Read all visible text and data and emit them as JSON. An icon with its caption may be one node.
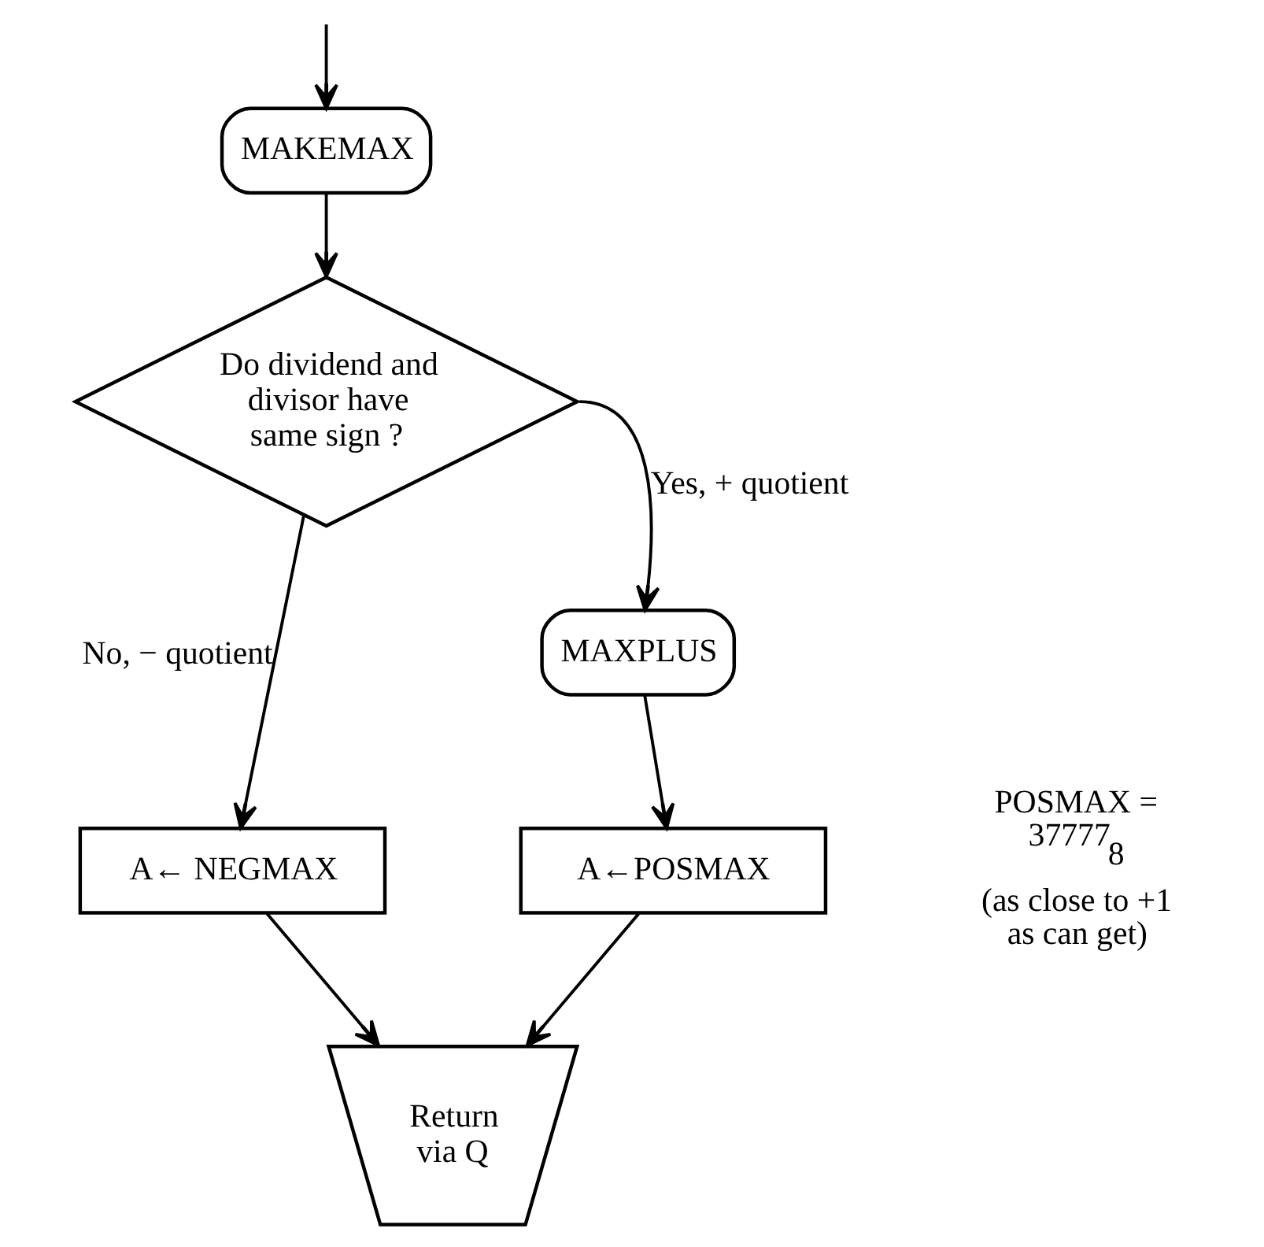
{
  "diagram": {
    "nodes": [
      {
        "text": [
          "MAKEMAX"
        ]
      },
      {
        "text": [
          "Do dividend and divisor have same sign ?"
        ]
      },
      {
        "text": [
          "MAXPLUS"
        ]
      },
      {
        "text": [
          "A← NEGMAX"
        ]
      },
      {
        "text": [
          "A←POSMAX"
        ]
      },
      {
        "text": [
          "Return via Q"
        ]
      }
    ],
    "edges": [
      {
        "from": null,
        "to": 0,
        "arrow": "to"
      },
      {
        "from": 0,
        "to": 1,
        "arrow": "to"
      },
      {
        "from": 1,
        "to": 2,
        "label": "Yes, + quotient",
        "arrow": "to"
      },
      {
        "from": 1,
        "to": 3,
        "label": "No, − quotient",
        "arrow": "to"
      },
      {
        "from": 2,
        "to": 4,
        "arrow": "to"
      },
      {
        "from": 3,
        "to": 5,
        "arrow": "to"
      },
      {
        "from": 4,
        "to": 5,
        "arrow": "to"
      }
    ],
    "labels": [
      "POSMAX = 37777$_{8}$",
      "(as close to +1 as can get)"
    ]
  }
}
